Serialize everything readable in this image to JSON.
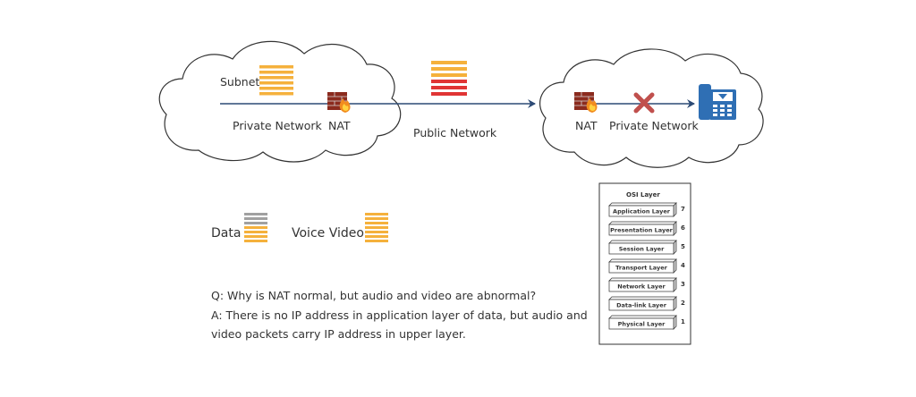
{
  "labels": {
    "subnet": "Subnet",
    "private_network_left": "Private Network",
    "nat_left": "NAT",
    "public_network": "Public Network",
    "nat_right": "NAT",
    "private_network_right": "Private Network"
  },
  "legend": {
    "data": "Data",
    "voice_video": "Voice Video"
  },
  "qa": {
    "question": "Q: Why is NAT normal, but audio and video are abnormal?",
    "answer_line1": "A: There is no IP address in application layer of data, but audio and",
    "answer_line2": "video packets carry IP address in upper layer."
  },
  "osi": {
    "title": "OSI Layer",
    "layers": [
      {
        "name": "Application Layer",
        "num": "7"
      },
      {
        "name": "Presentation Layer",
        "num": "6"
      },
      {
        "name": "Session Layer",
        "num": "5"
      },
      {
        "name": "Transport Layer",
        "num": "4"
      },
      {
        "name": "Network Layer",
        "num": "3"
      },
      {
        "name": "Data-link Layer",
        "num": "2"
      },
      {
        "name": "Physical Layer",
        "num": "1"
      }
    ]
  },
  "colors": {
    "arrow": "#2c4a75",
    "packet_orange": "#f5b13c",
    "packet_red": "#e03535",
    "packet_gray": "#a0a0a0",
    "x_mark": "#c0504d",
    "phone": "#2f6fb4"
  }
}
